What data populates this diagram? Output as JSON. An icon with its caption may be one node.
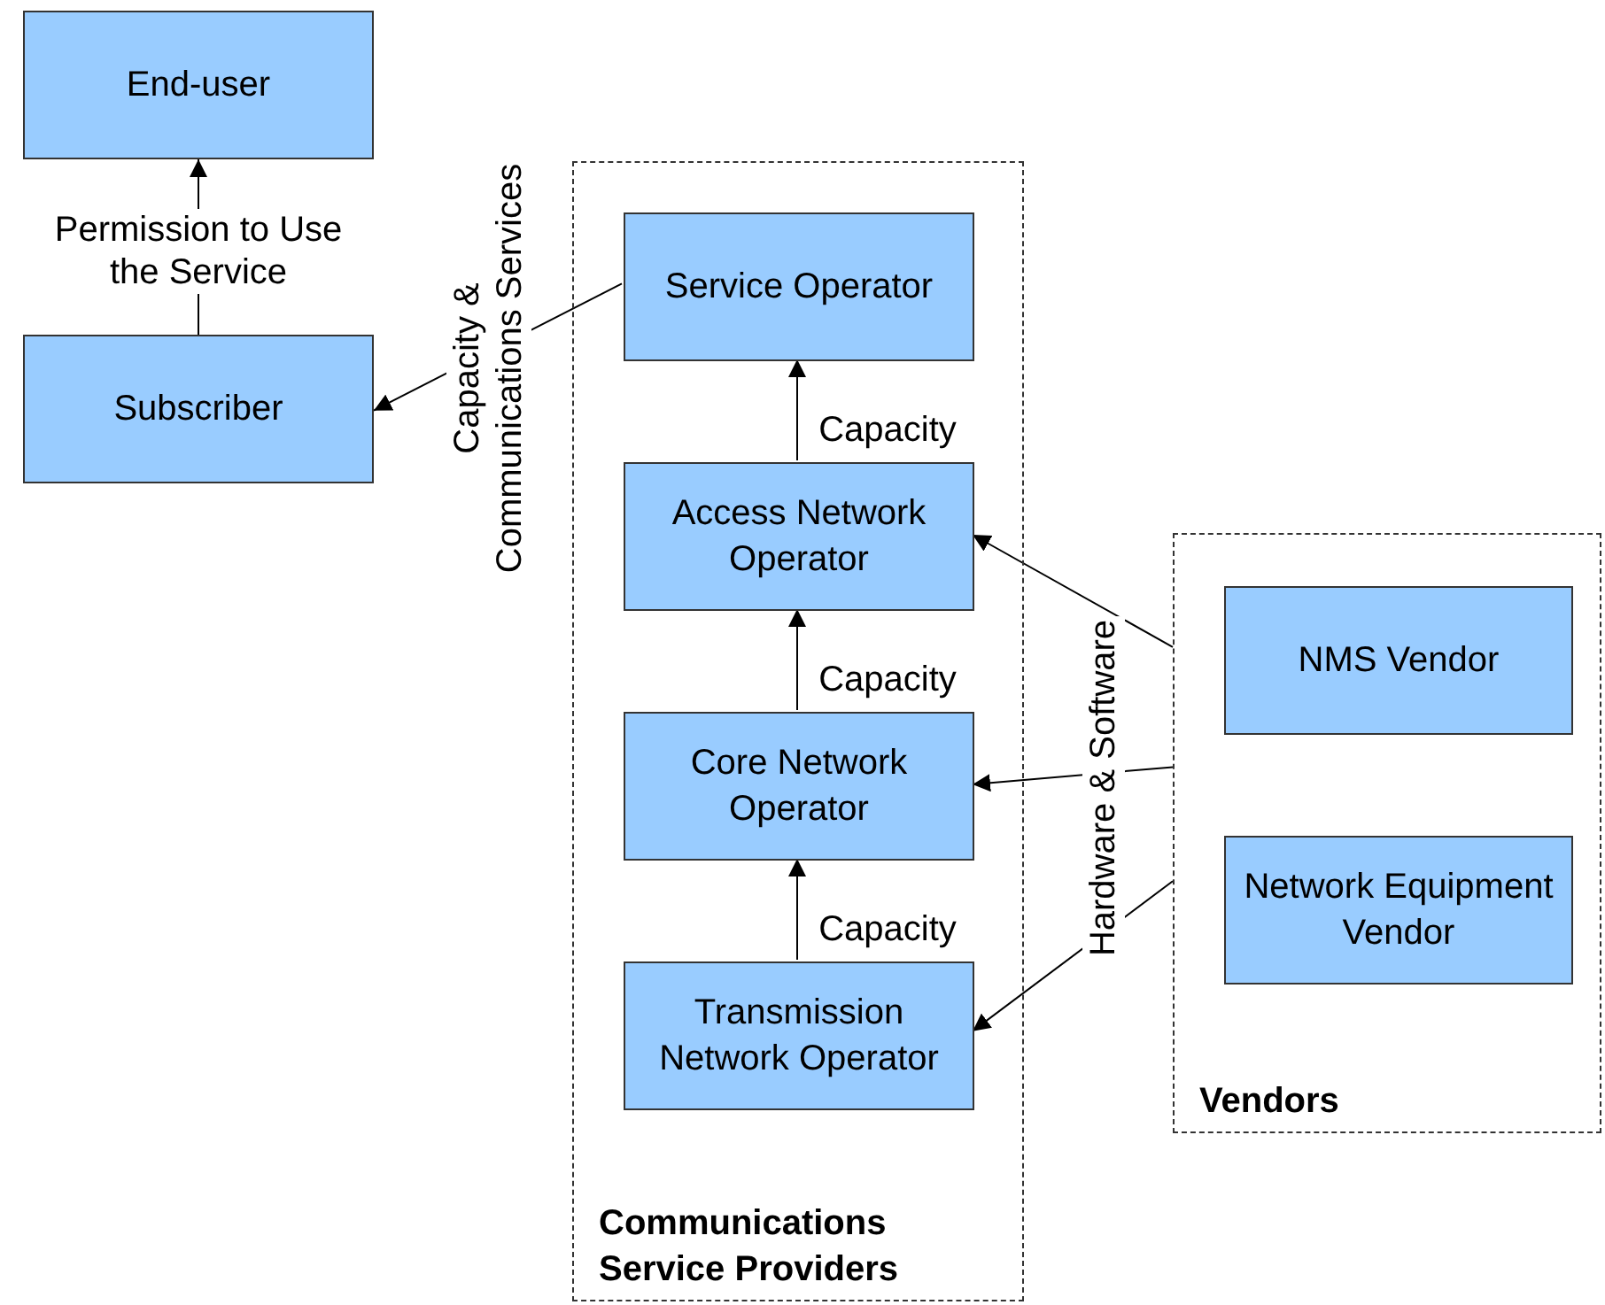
{
  "diagram": {
    "nodes": [
      {
        "text": [
          "End-user"
        ]
      },
      {
        "text": [
          "Subscriber"
        ]
      },
      {
        "text": [
          "Communications Service Providers"
        ]
      },
      {
        "text": [
          "Service Operator"
        ],
        "in": 2
      },
      {
        "text": [
          "Access Network Operator"
        ],
        "in": 2
      },
      {
        "text": [
          "Core Network Operator"
        ],
        "in": 2
      },
      {
        "text": [
          "Transmission Network Operator"
        ],
        "in": 2
      },
      {
        "text": [
          "Vendors"
        ]
      },
      {
        "text": [
          "NMS Vendor"
        ],
        "in": 7
      },
      {
        "text": [
          "Network Equipment Vendor"
        ],
        "in": 7
      }
    ],
    "edges": [
      {
        "from": 1,
        "to": 0,
        "arrow": "to",
        "label": "Permission to Use the Service"
      },
      {
        "from": 3,
        "to": 1,
        "arrow": "to",
        "label": "Capacity & Communications Services"
      },
      {
        "from": 4,
        "to": 3,
        "arrow": "to",
        "label": "Capacity"
      },
      {
        "from": 5,
        "to": 4,
        "arrow": "to",
        "label": "Capacity"
      },
      {
        "from": 6,
        "to": 5,
        "arrow": "to",
        "label": "Capacity"
      },
      {
        "from": 7,
        "to": 4,
        "arrow": "to"
      },
      {
        "from": 7,
        "to": 5,
        "arrow": "to",
        "label": "Hardware & Software"
      },
      {
        "from": 7,
        "to": 6,
        "arrow": "to"
      }
    ]
  }
}
